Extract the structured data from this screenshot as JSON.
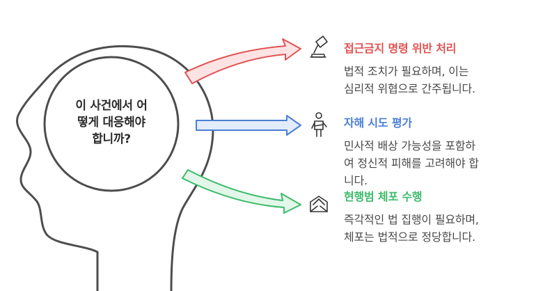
{
  "question": {
    "lines": [
      "이 사건에서 어",
      "떻게 대응해야",
      "합니까?"
    ]
  },
  "options": [
    {
      "title": "접근금지 명령 위반 처리",
      "color": "#e05353",
      "icon": "gavel-icon",
      "description": [
        "법적 조치가 필요하며, 이는",
        "심리적 위협으로 간주됩니다."
      ]
    },
    {
      "title": "자해 시도 평가",
      "color": "#4a7fd4",
      "icon": "person-assessment-icon",
      "description": [
        "민사적 배상 가능성을 포함하",
        "여 정신적 피해를 고려해야 합",
        "니다."
      ]
    },
    {
      "title": "현행범 체포 수행",
      "color": "#3dbb6b",
      "icon": "envelope-arrest-icon",
      "description": [
        "즉각적인 법 집행이 필요하며,",
        "체포는 법적으로 정당합니다."
      ]
    }
  ]
}
